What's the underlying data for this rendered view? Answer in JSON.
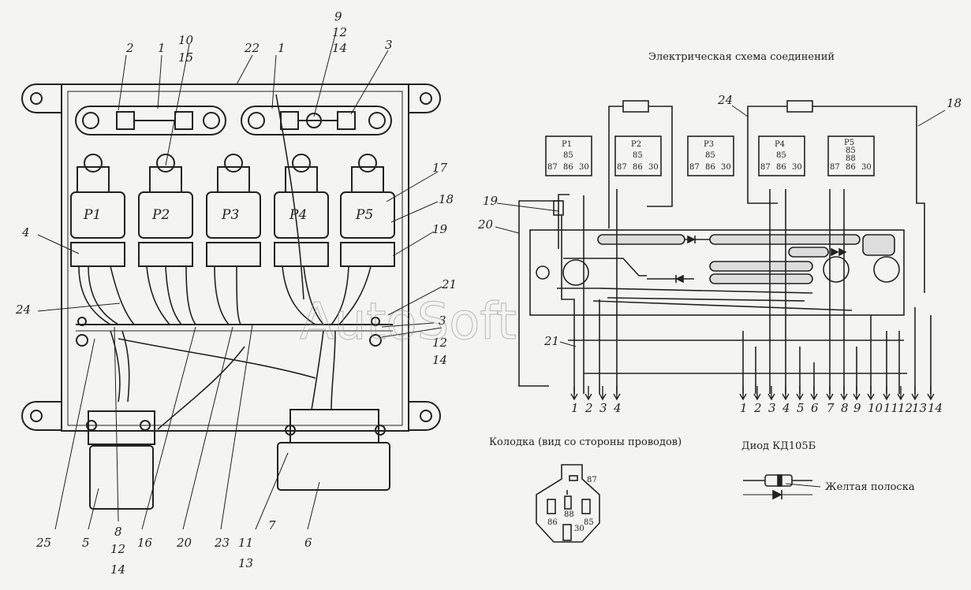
{
  "captions": {
    "schema_title": "Электрическая схема соединений",
    "connector": "Колодка (вид со стороны проводов)",
    "diode": "Диод КД105Б",
    "yellow_stripe": "Желтая полоска"
  },
  "watermark": "AutoSoft",
  "relays": [
    {
      "label": "P1",
      "pins_top": [
        "85"
      ],
      "pins_bottom": [
        "87",
        "86",
        "30"
      ]
    },
    {
      "label": "P2",
      "pins_top": [
        "85"
      ],
      "pins_bottom": [
        "87",
        "86",
        "30"
      ]
    },
    {
      "label": "P3",
      "pins_top": [
        "85"
      ],
      "pins_bottom": [
        "87",
        "86",
        "30"
      ]
    },
    {
      "label": "P4",
      "pins_top": [
        "85"
      ],
      "pins_bottom": [
        "87",
        "86",
        "30"
      ]
    },
    {
      "label": "P5",
      "pins_top": [
        "85",
        "88"
      ],
      "pins_bottom": [
        "87",
        "86",
        "30"
      ]
    }
  ],
  "left_connector_terminals": [
    "1",
    "2",
    "3",
    "4"
  ],
  "right_connector_terminals": [
    "1",
    "2",
    "3",
    "4",
    "5",
    "6",
    "7",
    "8",
    "9",
    "10",
    "11",
    "12",
    "13",
    "14"
  ],
  "schema_callouts": [
    "24",
    "18",
    "19",
    "20",
    "21"
  ],
  "connector_pins": [
    "87",
    "88",
    "86",
    "85",
    "30"
  ],
  "callouts": {
    "c2": "2",
    "c1a": "1",
    "c22": "22",
    "c1b": "1",
    "c9": "9",
    "c12a": "12",
    "c14a": "14",
    "c3": "3",
    "c10": "10",
    "c15": "15",
    "c17": "17",
    "c18": "18",
    "c19": "19",
    "c4": "4",
    "c24": "24",
    "c21": "21",
    "c3b": "3",
    "c12b": "12",
    "c14b": "14",
    "c25": "25",
    "c5": "5",
    "c8": "8",
    "c12c": "12",
    "c14c": "14",
    "c16": "16",
    "c20": "20",
    "c23": "23",
    "c11": "11",
    "c13": "13",
    "c7": "7",
    "c6": "6"
  }
}
